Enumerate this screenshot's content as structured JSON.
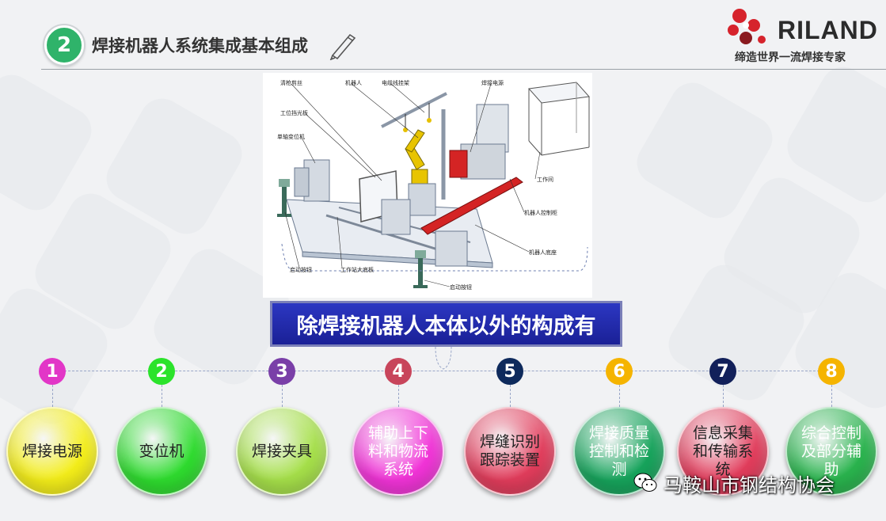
{
  "header": {
    "section_number": "2",
    "title": "焊接机器人系统集成基本组成"
  },
  "logo": {
    "wordmark": "RILAND",
    "tagline": "缔造世界一流焊接专家",
    "colors": {
      "mark": "#d6232c",
      "text": "#2b2b2b"
    }
  },
  "diagram": {
    "callouts": {
      "safety_fence": "清枪剪丝",
      "robot": "机器人",
      "cable_boom": "电缆线挂架",
      "welding_power": "焊接电源",
      "shield_plate": "工位挡光板",
      "positioner": "单轴变位机",
      "work_room": "工作间",
      "robot_controller": "机器人控制柜",
      "robot_base": "机器人底座",
      "start_button_left": "启动按钮",
      "station_base": "工作站大底板",
      "start_button_bottom": "启动按钮"
    }
  },
  "banner": {
    "text": "除焊接机器人本体以外的构成有"
  },
  "steps": [
    {
      "number": "1",
      "label": "焊接电源",
      "color": "#e236c7",
      "bubble": "#f4ee1a",
      "text_color": "#222"
    },
    {
      "number": "2",
      "label": "变位机",
      "color": "#2be32b",
      "bubble": "#2fdc2f",
      "text_color": "#222"
    },
    {
      "number": "3",
      "label": "焊接夹具",
      "color": "#7a3fa8",
      "bubble": "#a6e04a",
      "text_color": "#222"
    },
    {
      "number": "4",
      "label": "辅助上下料和物流系统",
      "color": "#c8455b",
      "bubble": "#f234d8",
      "text_color": "#fff"
    },
    {
      "number": "5",
      "label": "焊缝识别跟踪装置",
      "color": "#0e2a5c",
      "bubble": "#e23d5c",
      "text_color": "#222"
    },
    {
      "number": "6",
      "label": "焊接质量控制和检测",
      "color": "#f5b400",
      "bubble": "#17a45c",
      "text_color": "#fff"
    },
    {
      "number": "7",
      "label": "信息采集和传输系统",
      "color": "#12205a",
      "bubble": "#e23d5c",
      "text_color": "#222"
    },
    {
      "number": "8",
      "label": "综合控制及部分辅助",
      "color": "#f5b400",
      "bubble": "#2ab44e",
      "text_color": "#fff"
    }
  ],
  "watermark": {
    "text": "马鞍山市钢结构协会"
  }
}
